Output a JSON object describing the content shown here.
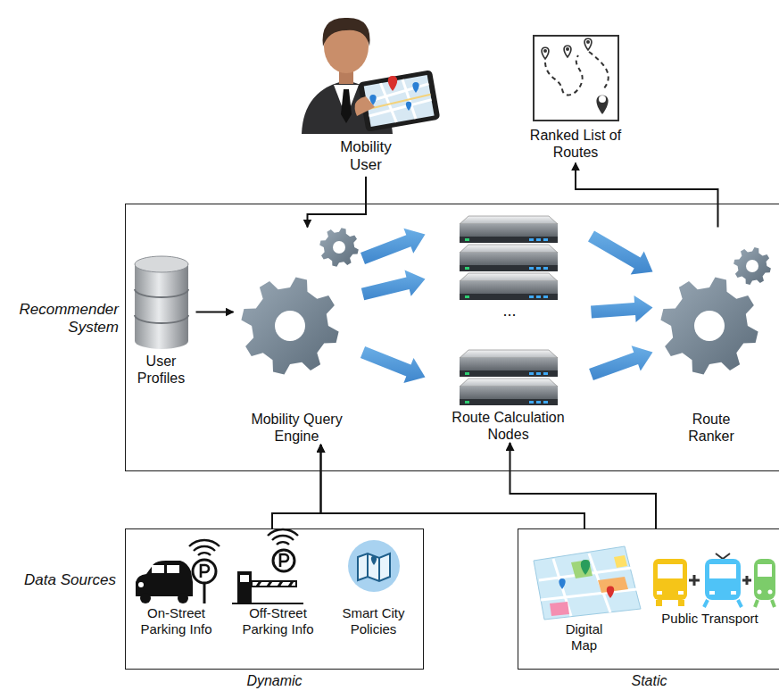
{
  "diagram": {
    "nodes": [
      {
        "text": [
          "Mobility User"
        ]
      },
      {
        "text": [
          "Ranked List of Routes"
        ]
      },
      {
        "text": [
          "Recommender System"
        ]
      },
      {
        "text": [
          "User Profiles"
        ],
        "in": 2
      },
      {
        "text": [
          "Mobility Query Engine"
        ],
        "in": 2
      },
      {
        "text": [
          "Route Calculation Nodes"
        ],
        "in": 2
      },
      {
        "text": [
          "Route Ranker"
        ],
        "in": 2
      },
      {
        "text": [
          "Dynamic"
        ]
      },
      {
        "text": [
          "On-Street Parking Info"
        ],
        "in": 7
      },
      {
        "text": [
          "Off-Street Parking Info"
        ],
        "in": 7
      },
      {
        "text": [
          "Smart City Policies"
        ],
        "in": 7
      },
      {
        "text": [
          "Static"
        ]
      },
      {
        "text": [
          "Digital Map"
        ],
        "in": 11
      },
      {
        "text": [
          "Public Transport"
        ],
        "in": 11
      }
    ],
    "edges": [
      {
        "from": 0,
        "to": 4,
        "arrow": "to"
      },
      {
        "from": 6,
        "to": 1,
        "arrow": "to"
      },
      {
        "from": 3,
        "to": 4,
        "arrow": "to"
      },
      {
        "from": 4,
        "to": 5,
        "arrow": "to"
      },
      {
        "from": 5,
        "to": 6,
        "arrow": "to"
      },
      {
        "from": 7,
        "to": 4,
        "arrow": "to"
      },
      {
        "from": 11,
        "to": 4,
        "arrow": "to"
      },
      {
        "from": 11,
        "to": 5,
        "arrow": "to"
      }
    ],
    "labels": [
      "Data Sources",
      "..."
    ]
  }
}
